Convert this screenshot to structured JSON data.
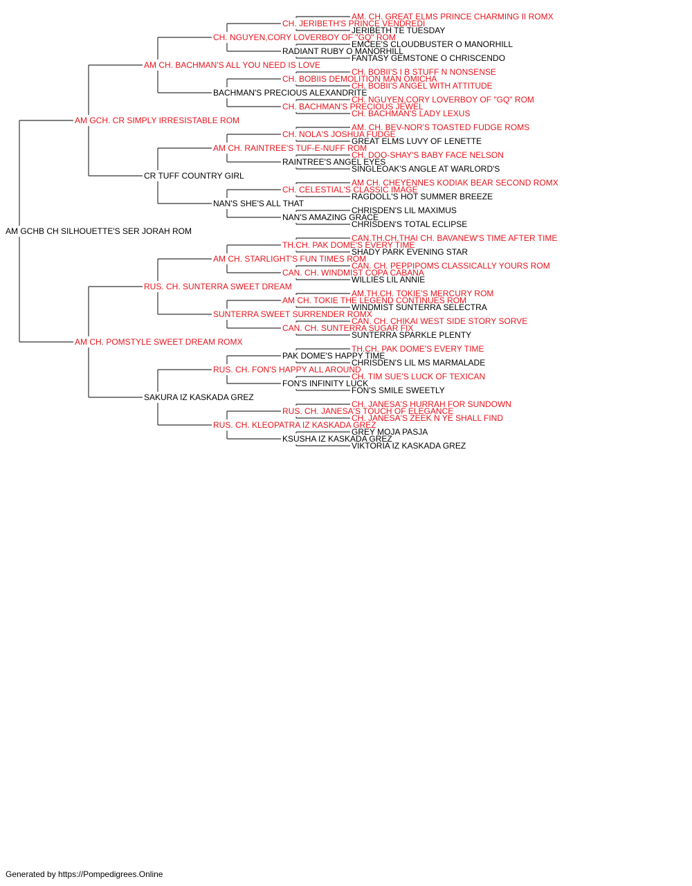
{
  "colors": {
    "champion": "#e8141c",
    "normal": "#000000",
    "line": "#333333"
  },
  "footer": "Generated by https://Pompedigrees.Online",
  "pedigree": {
    "name": "AM GCHB CH SILHOUETTE'S SER JORAH ROM",
    "champion": false,
    "sire": {
      "name": "AM GCH. CR SIMPLY IRRESISTABLE ROM",
      "champion": true,
      "sire": {
        "name": "AM CH. BACHMAN'S ALL YOU NEED IS LOVE",
        "champion": true,
        "sire": {
          "name": "CH. NGUYEN,CORY LOVERBOY OF \"GQ\" ROM",
          "champion": true,
          "sire": {
            "name": "CH. JERIBETH'S PRINCE VENDREDI",
            "champion": true,
            "sire": {
              "name": "AM. CH. GREAT ELMS PRINCE CHARMING II ROMX",
              "champion": true
            },
            "dam": {
              "name": "JERIBETH TE TUESDAY",
              "champion": false
            }
          },
          "dam": {
            "name": "RADIANT RUBY O MANORHILL",
            "champion": false,
            "sire": {
              "name": "EMCEE'S CLOUDBUSTER O MANORHILL",
              "champion": false
            },
            "dam": {
              "name": "FANTASY GEMSTONE O CHRISCENDO",
              "champion": false
            }
          }
        },
        "dam": {
          "name": "BACHMAN'S PRECIOUS ALEXANDRITE",
          "champion": false,
          "sire": {
            "name": "CH. BOBIIS DEMOLITION MAN OMICHA",
            "champion": true,
            "sire": {
              "name": "CH. BOBII'S I B STUFF N NONSENSE",
              "champion": true
            },
            "dam": {
              "name": "CH. BOBII'S ANGEL WITH ATTITUDE",
              "champion": true
            }
          },
          "dam": {
            "name": "CH. BACHMAN'S PRECIOUS JEWEL",
            "champion": true,
            "sire": {
              "name": "CH. NGUYEN,CORY LOVERBOY OF \"GQ\" ROM",
              "champion": true
            },
            "dam": {
              "name": "CH. BACHMAN'S LADY LEXUS",
              "champion": true
            }
          }
        }
      },
      "dam": {
        "name": "CR TUFF COUNTRY GIRL",
        "champion": false,
        "sire": {
          "name": "AM CH. RAINTREE'S TUF-E-NUFF ROM",
          "champion": true,
          "sire": {
            "name": "CH. NOLA'S JOSHUA FUDGE",
            "champion": true,
            "sire": {
              "name": "AM. CH. BEV-NOR'S TOASTED FUDGE ROMS",
              "champion": true
            },
            "dam": {
              "name": "GREAT ELMS LUVY OF LENETTE",
              "champion": false
            }
          },
          "dam": {
            "name": "RAINTREE'S ANGEL EYES",
            "champion": false,
            "sire": {
              "name": "CH. DOO-SHAY'S BABY FACE NELSON",
              "champion": true
            },
            "dam": {
              "name": "SINGLEOAK'S ANGLE AT WARLORD'S",
              "champion": false
            }
          }
        },
        "dam": {
          "name": "NAN'S SHE'S ALL THAT",
          "champion": false,
          "sire": {
            "name": "CH. CELESTIAL'S CLASSIC IMAGE",
            "champion": true,
            "sire": {
              "name": "AM CH. CHEYENNES KODIAK BEAR SECOND ROMX",
              "champion": true
            },
            "dam": {
              "name": "RAGDOLL'S HOT SUMMER BREEZE",
              "champion": false
            }
          },
          "dam": {
            "name": "NAN'S AMAZING GRACE",
            "champion": false,
            "sire": {
              "name": "CHRISDEN'S LIL MAXIMUS",
              "champion": false
            },
            "dam": {
              "name": "CHRISDEN'S TOTAL ECLIPSE",
              "champion": false
            }
          }
        }
      }
    },
    "dam": {
      "name": "AM CH. POMSTYLE SWEET DREAM ROMX",
      "champion": true,
      "sire": {
        "name": "RUS. CH. SUNTERRA SWEET DREAM",
        "champion": true,
        "sire": {
          "name": "AM CH. STARLIGHT'S FUN TIMES ROM",
          "champion": true,
          "sire": {
            "name": "TH.CH. PAK DOME'S EVERY TIME",
            "champion": true,
            "sire": {
              "name": "CAN.TH.CH.THAI CH. BAVANEW'S TIME AFTER TIME",
              "champion": true
            },
            "dam": {
              "name": "SHADY PARK EVENING STAR",
              "champion": false
            }
          },
          "dam": {
            "name": "CAN. CH. WINDMIST COPA CABANA",
            "champion": true,
            "sire": {
              "name": "CAN. CH. PEPPIPOMS CLASSICALLY YOURS ROM",
              "champion": true
            },
            "dam": {
              "name": "WILLIES LIL ANNIE",
              "champion": false
            }
          }
        },
        "dam": {
          "name": "SUNTERRA SWEET SURRENDER ROMX",
          "champion": true,
          "sire": {
            "name": "AM CH. TOKIE THE LEGEND CONTINUES ROM",
            "champion": true,
            "sire": {
              "name": "AM.TH.CH. TOKIE'S MERCURY ROM",
              "champion": true
            },
            "dam": {
              "name": "WINDMIST SUNTERRA SELECTRA",
              "champion": false
            }
          },
          "dam": {
            "name": "CAN. CH. SUNTERRA SUGAR FIX",
            "champion": true,
            "sire": {
              "name": "CAN. CH. CHIKAI WEST SIDE STORY SORVE",
              "champion": true
            },
            "dam": {
              "name": "SUNTERRA SPARKLE PLENTY",
              "champion": false
            }
          }
        }
      },
      "dam": {
        "name": "SAKURA IZ KASKADA GREZ",
        "champion": false,
        "sire": {
          "name": "RUS. CH. FON'S HAPPY ALL AROUND",
          "champion": true,
          "sire": {
            "name": "PAK DOME'S HAPPY TIME",
            "champion": false,
            "sire": {
              "name": "TH.CH. PAK DOME'S EVERY TIME",
              "champion": true
            },
            "dam": {
              "name": "CHRISDEN'S LIL MS MARMALADE",
              "champion": false
            }
          },
          "dam": {
            "name": "FON'S INFINITY LUCK",
            "champion": false,
            "sire": {
              "name": "CH. TIM SUE'S LUCK OF TEXICAN",
              "champion": true
            },
            "dam": {
              "name": "FON'S SMILE SWEETLY",
              "champion": false
            }
          }
        },
        "dam": {
          "name": "RUS. CH. KLEOPATRA IZ KASKADA GREZ",
          "champion": true,
          "sire": {
            "name": "RUS. CH. JANESA'S TOUCH OF ELEGANCE",
            "champion": true,
            "sire": {
              "name": "CH. JANESA'S HURRAH FOR SUNDOWN",
              "champion": true
            },
            "dam": {
              "name": "CH. JANESA'S ZEEK N YE SHALL FIND",
              "champion": true
            }
          },
          "dam": {
            "name": "KSUSHA IZ KASKADA GREZ",
            "champion": false,
            "sire": {
              "name": "GREY MOJA PASJA",
              "champion": false
            },
            "dam": {
              "name": "VIKTORIA IZ KASKADA GREZ",
              "champion": false
            }
          }
        }
      }
    }
  }
}
